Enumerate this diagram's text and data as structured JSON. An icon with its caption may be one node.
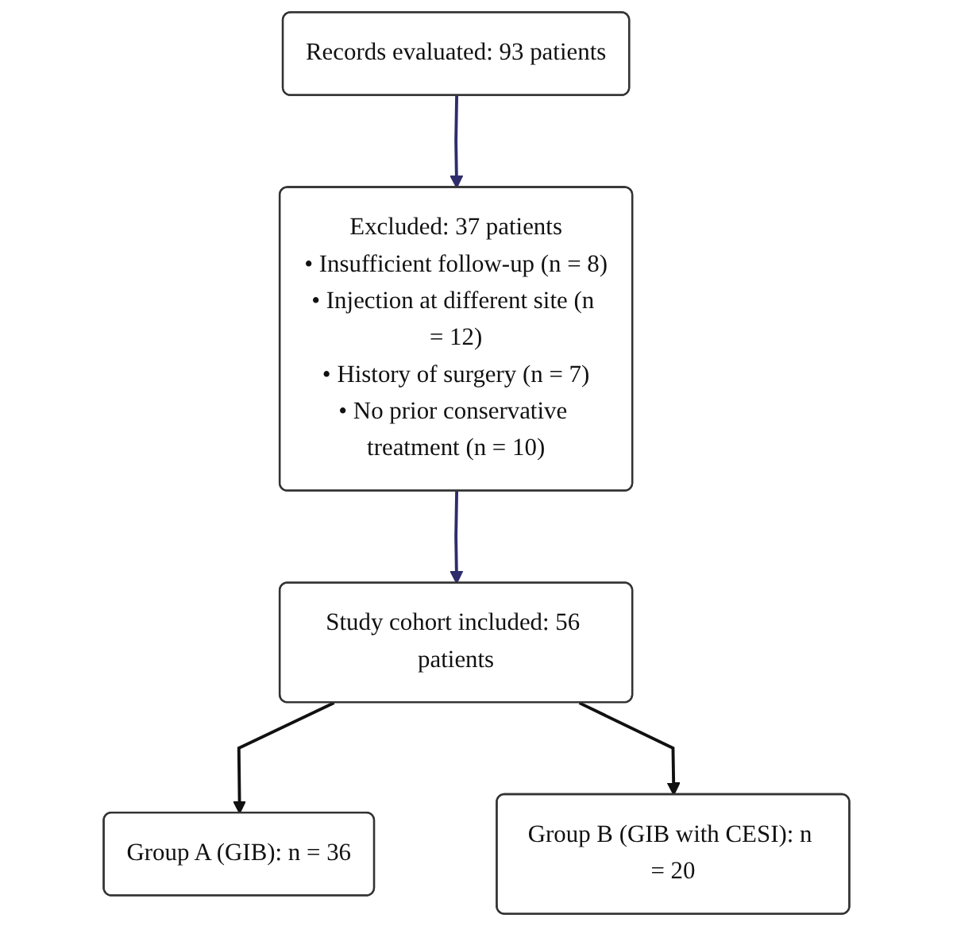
{
  "diagram": {
    "nodes": [
      {
        "text": [
          "Records evaluated: 93 patients"
        ]
      },
      {
        "text": [
          "Excluded: 37 patients",
          "• Insufficient follow-up (n = 8)",
          "• Injection at different site (n = 12)",
          "• History of surgery (n = 7)",
          "• No prior conservative treatment (n = 10)"
        ]
      },
      {
        "text": [
          "Study cohort included: 56 patients"
        ]
      },
      {
        "text": [
          "Group A (GIB): n = 36"
        ]
      },
      {
        "text": [
          "Group B (GIB with CESI): n = 20"
        ]
      }
    ],
    "edges": [
      {
        "from": 0,
        "to": 1,
        "arrow": "to",
        "color": "#2e2d6b"
      },
      {
        "from": 1,
        "to": 2,
        "arrow": "to",
        "color": "#2e2d6b"
      },
      {
        "from": 2,
        "to": 3,
        "arrow": "to"
      },
      {
        "from": 2,
        "to": 4,
        "arrow": "to"
      }
    ]
  }
}
